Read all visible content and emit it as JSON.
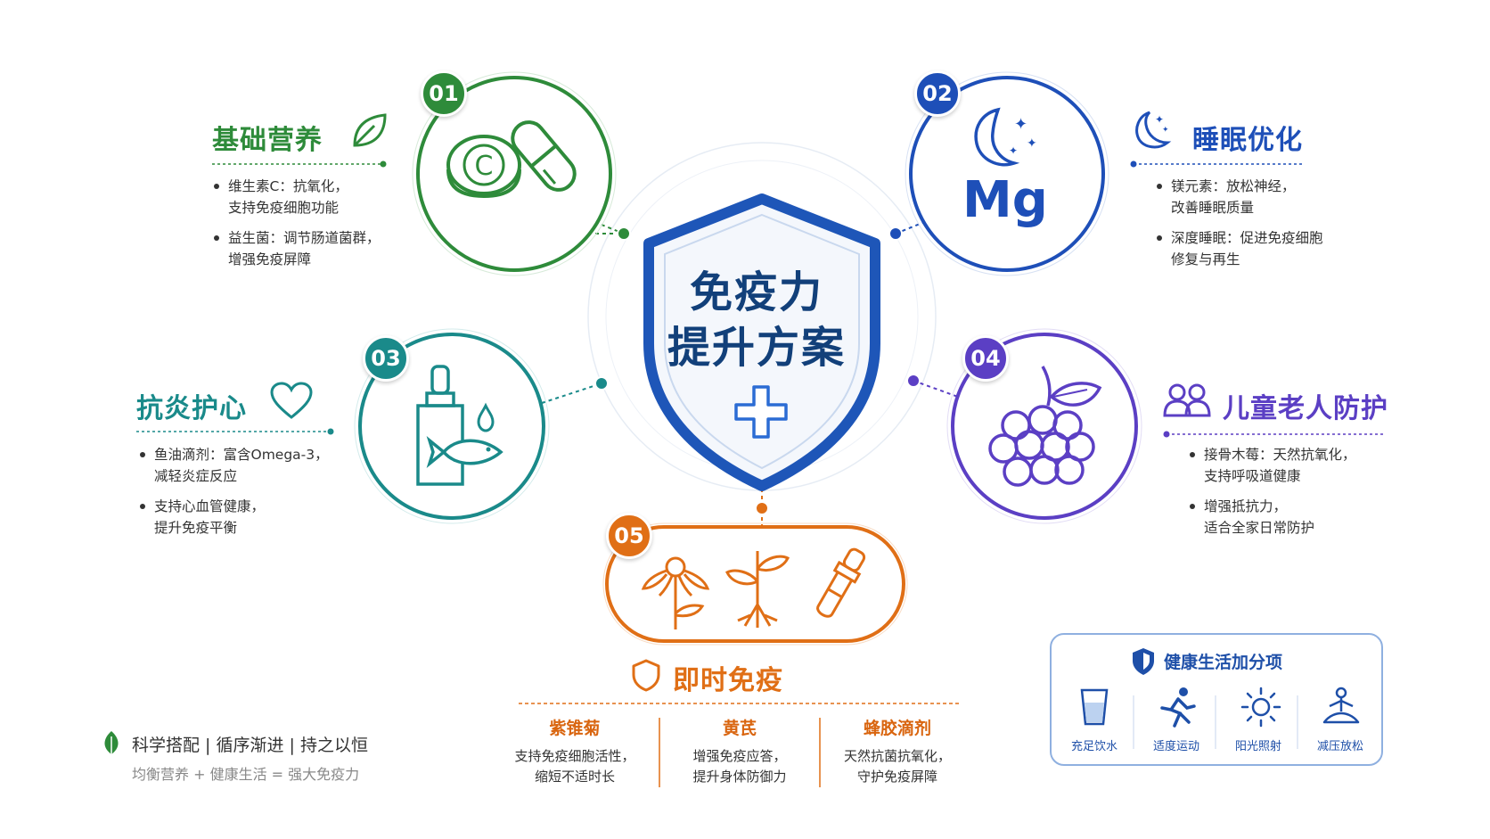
{
  "center": {
    "line1": "免疫力",
    "line2": "提升方案"
  },
  "section1": {
    "number": "01",
    "title": "基础营养",
    "color": "#2e8b3a",
    "items": [
      [
        "维生素C：抗氧化，",
        "支持免疫细胞功能"
      ],
      [
        "益生菌：调节肠道菌群，",
        "增强免疫屏障"
      ]
    ]
  },
  "section2": {
    "number": "02",
    "title": "睡眠优化",
    "color": "#1e4fb8",
    "icon_text": "Mg",
    "items": [
      [
        "镁元素：放松神经，",
        "改善睡眠质量"
      ],
      [
        "深度睡眠：促进免疫细胞",
        "修复与再生"
      ]
    ]
  },
  "section3": {
    "number": "03",
    "title": "抗炎护心",
    "color": "#1a8a8a",
    "items": [
      [
        "鱼油滴剂：富含Omega-3，",
        "减轻炎症反应"
      ],
      [
        "支持心血管健康，",
        "提升免疫平衡"
      ]
    ]
  },
  "section4": {
    "number": "04",
    "title": "儿童老人防护",
    "color": "#5b3fc4",
    "items": [
      [
        "接骨木莓：天然抗氧化，",
        "支持呼吸道健康"
      ],
      [
        "增强抵抗力，",
        "适合全家日常防护"
      ]
    ]
  },
  "section5": {
    "number": "05",
    "title": "即时免疫",
    "color": "#e06f16",
    "columns": [
      {
        "name": "紫锥菊",
        "l1": "支持免疫细胞活性，",
        "l2": "缩短不适时长"
      },
      {
        "name": "黄芪",
        "l1": "增强免疫应答，",
        "l2": "提升身体防御力"
      },
      {
        "name": "蜂胶滴剂",
        "l1": "天然抗菌抗氧化，",
        "l2": "守护免疫屏障"
      }
    ]
  },
  "bonus": {
    "title": "健康生活加分项",
    "items": [
      "充足饮水",
      "适度运动",
      "阳光照射",
      "减压放松"
    ]
  },
  "footer": {
    "line1": "科学搭配 | 循序渐进 | 持之以恒",
    "line2": "均衡营养 + 健康生活 = 强大免疫力"
  },
  "icons": [
    "leaf-icon",
    "vitamin-c-tablet-icon",
    "capsule-icon",
    "moon-stars-icon",
    "dropper-bottle-icon",
    "fish-icon",
    "heart-icon",
    "elderberry-icon",
    "family-icon",
    "shield-icon",
    "cross-icon",
    "echinacea-flower-icon",
    "astragalus-plant-icon",
    "propolis-dropper-icon",
    "water-glass-icon",
    "running-icon",
    "sun-icon",
    "meditation-icon"
  ]
}
